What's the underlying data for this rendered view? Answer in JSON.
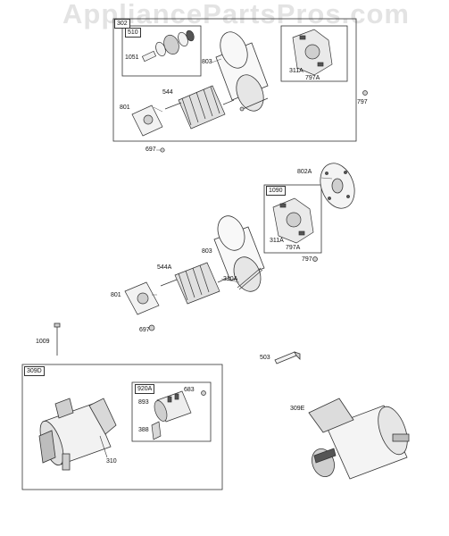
{
  "watermark": "AppliancePartsPros.com",
  "callouts": {
    "c302": "302",
    "c510": "510",
    "c1051": "1051",
    "c803a": "803",
    "c311a_1": "311A",
    "c797a_1": "797A",
    "c797_1": "797",
    "c544": "544",
    "c801a": "801",
    "c697a": "697",
    "c802a": "802A",
    "c1090": "1090",
    "c311a_2": "311A",
    "c797a_2": "797A",
    "c797_2": "797",
    "c803b": "803",
    "c544a": "544A",
    "c310a": "310A",
    "c801b": "801",
    "c697b": "697",
    "c1009": "1009",
    "c503": "503",
    "c309d": "309D",
    "c920a": "920A",
    "c683": "683",
    "c893": "893",
    "c388": "388",
    "c310": "310",
    "c309e": "309E"
  },
  "colors": {
    "line": "#333333",
    "fill_light": "#f2f2f2",
    "fill_mid": "#cfcfcf",
    "fill_dark": "#555555"
  }
}
